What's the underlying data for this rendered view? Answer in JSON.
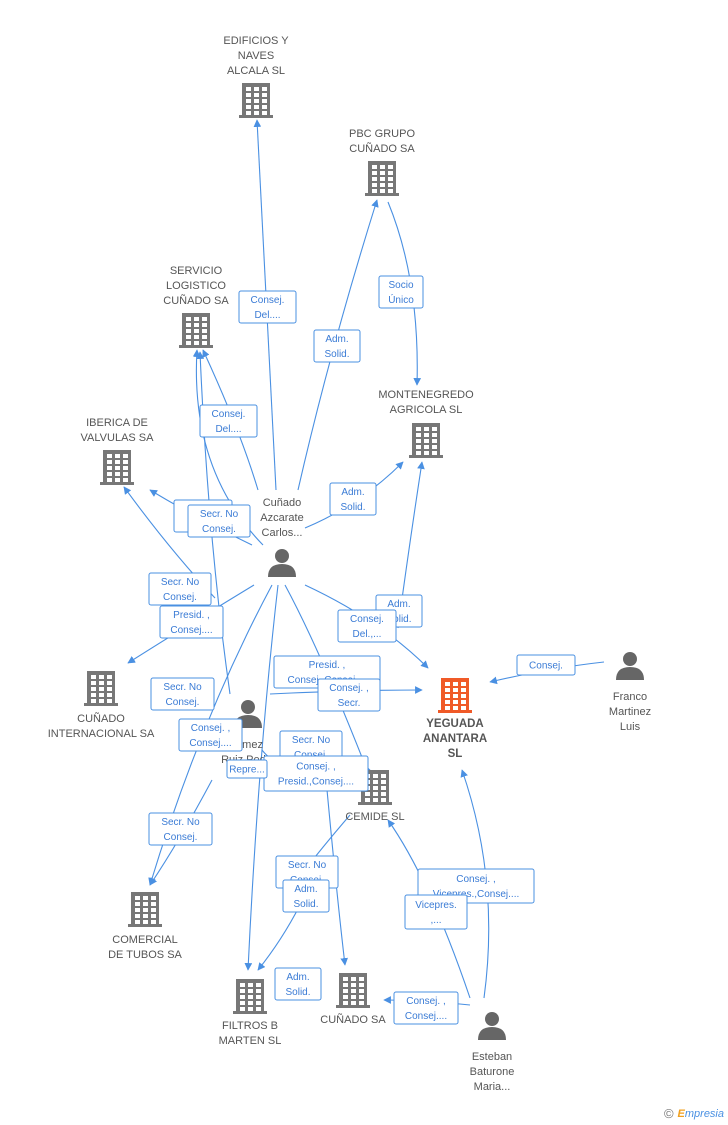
{
  "colors": {
    "edge": "#4a90e2",
    "company": "#777777",
    "main_company": "#f05a28",
    "person": "#666666"
  },
  "nodes": [
    {
      "id": "edificios",
      "type": "company",
      "label": [
        "EDIFICIOS Y",
        "NAVES",
        "ALCALA SL"
      ]
    },
    {
      "id": "pbc",
      "type": "company",
      "label": [
        "PBC GRUPO",
        "CUÑADO SA"
      ]
    },
    {
      "id": "servicio",
      "type": "company",
      "label": [
        "SERVICIO",
        "LOGISTICO",
        "CUÑADO SA"
      ]
    },
    {
      "id": "montenegredo",
      "type": "company",
      "label": [
        "MONTENEGREDO",
        "AGRICOLA SL"
      ]
    },
    {
      "id": "iberica",
      "type": "company",
      "label": [
        "IBERICA DE",
        "VALVULAS SA"
      ]
    },
    {
      "id": "cunado_carlos",
      "type": "person",
      "label": [
        "Cuñado",
        "Azcarate",
        "Carlos..."
      ]
    },
    {
      "id": "yeguada",
      "type": "main",
      "label": [
        "YEGUADA",
        "ANANTARA",
        "SL"
      ]
    },
    {
      "id": "franco",
      "type": "person",
      "label": [
        "Franco",
        "Martinez",
        "Luis"
      ]
    },
    {
      "id": "cunado_int",
      "type": "company",
      "label": [
        "CUÑADO",
        "INTERNACIONAL SA"
      ]
    },
    {
      "id": "gomez",
      "type": "person",
      "label": [
        "...mez",
        "Ruiz Ped..."
      ]
    },
    {
      "id": "cemide",
      "type": "company",
      "label": [
        "CEMIDE SL"
      ]
    },
    {
      "id": "comercial",
      "type": "company",
      "label": [
        "COMERCIAL",
        "DE TUBOS SA"
      ]
    },
    {
      "id": "filtros",
      "type": "company",
      "label": [
        "FILTROS B",
        "MARTEN SL"
      ]
    },
    {
      "id": "cunado_sa",
      "type": "company",
      "label": [
        "CUÑADO SA"
      ]
    },
    {
      "id": "esteban",
      "type": "person",
      "label": [
        "Esteban",
        "Baturone",
        "Maria..."
      ]
    }
  ],
  "edges": [
    {
      "label": [
        "Consej.",
        "Del...."
      ]
    },
    {
      "label": [
        "Adm.",
        "Solid."
      ]
    },
    {
      "label": [
        "Socio",
        "Único"
      ]
    },
    {
      "label": [
        "Consej.",
        "Del...."
      ]
    },
    {
      "label": [
        "Adm.",
        "Solid."
      ]
    },
    {
      "label": [
        "C...",
        "..."
      ]
    },
    {
      "label": [
        "Secr.  No",
        "Consej."
      ]
    },
    {
      "label": [
        "Secr.  No",
        "Consej."
      ]
    },
    {
      "label": [
        "Presid. ,",
        "Consej...."
      ]
    },
    {
      "label": [
        "Adm.",
        "Solid."
      ]
    },
    {
      "label": [
        "Consej.",
        "Del.,..."
      ]
    },
    {
      "label": [
        "Consej."
      ]
    },
    {
      "label": [
        "Presid. ,",
        "Consej.,Consej...."
      ]
    },
    {
      "label": [
        "Secr.  No",
        "Consej."
      ]
    },
    {
      "label": [
        "Consej. ,",
        "Secr."
      ]
    },
    {
      "label": [
        "Consej. ,",
        "Consej...."
      ]
    },
    {
      "label": [
        "Secr.  No",
        "Consej."
      ]
    },
    {
      "label": [
        "Consej. ,",
        "Presid.,Consej...."
      ]
    },
    {
      "label": [
        "Repre..."
      ]
    },
    {
      "label": [
        "Secr.  No",
        "Consej."
      ]
    },
    {
      "label": [
        "Secr.  No",
        "Consej."
      ]
    },
    {
      "label": [
        "Adm.",
        "Solid."
      ]
    },
    {
      "label": [
        "Adm.",
        "Solid."
      ]
    },
    {
      "label": [
        "Consej. ,",
        "Vicepres.,Consej...."
      ]
    },
    {
      "label": [
        "Vicepres.",
        ",..."
      ]
    },
    {
      "label": [
        "Consej. ,",
        "Consej...."
      ]
    }
  ],
  "copyright": {
    "symbol": "©",
    "brand_first": "E",
    "brand_rest": "mpresia"
  }
}
